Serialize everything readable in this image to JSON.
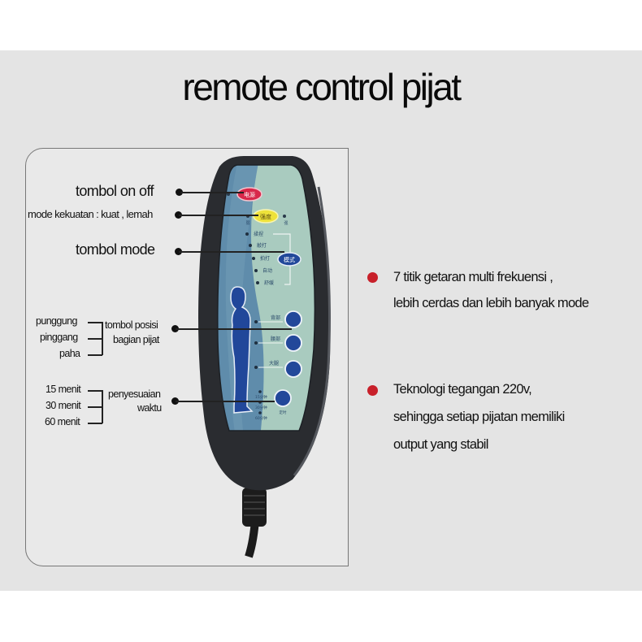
{
  "title": "remote control pijat",
  "callouts": {
    "power": "tombol on off",
    "strength": "mode kekuatan : kuat , lemah",
    "mode": "tombol mode",
    "position": {
      "line1": "tombol posisi",
      "line2": "bagian pijat"
    },
    "time": {
      "line1": "penyesuaian",
      "line2": "waktu"
    }
  },
  "position_options": [
    "punggung",
    "pinggang",
    "paha"
  ],
  "time_options": [
    "15 menit",
    "30 menit",
    "60 menit"
  ],
  "features": [
    {
      "lines": [
        "7 titik getaran multi frekuensi ,",
        "lebih cerdas dan lebih banyak mode"
      ]
    },
    {
      "lines": [
        "Teknologi tegangan 220v,",
        "sehingga setiap pijatan memiliki",
        "output yang stabil"
      ]
    }
  ],
  "remote": {
    "power_button": "电源",
    "strength_button": "强度",
    "strength_low": "弱",
    "strength_high": "强",
    "mode_button": "模式",
    "modes": [
      "揉捏",
      "敲打",
      "拍打",
      "自动",
      "舒缓"
    ],
    "body_parts": [
      "背部",
      "腰部",
      "大腿"
    ],
    "timer_button": "定时",
    "timer_options": [
      "15分钟",
      "30分钟",
      "60分钟"
    ]
  },
  "colors": {
    "bullet": "#c8202a",
    "panel_light": "#a9cbbf",
    "panel_dark": "#5f8cab",
    "button_blue": "#22489a",
    "power_red": "#d8284a",
    "strength_yellow": "#eee23a"
  }
}
